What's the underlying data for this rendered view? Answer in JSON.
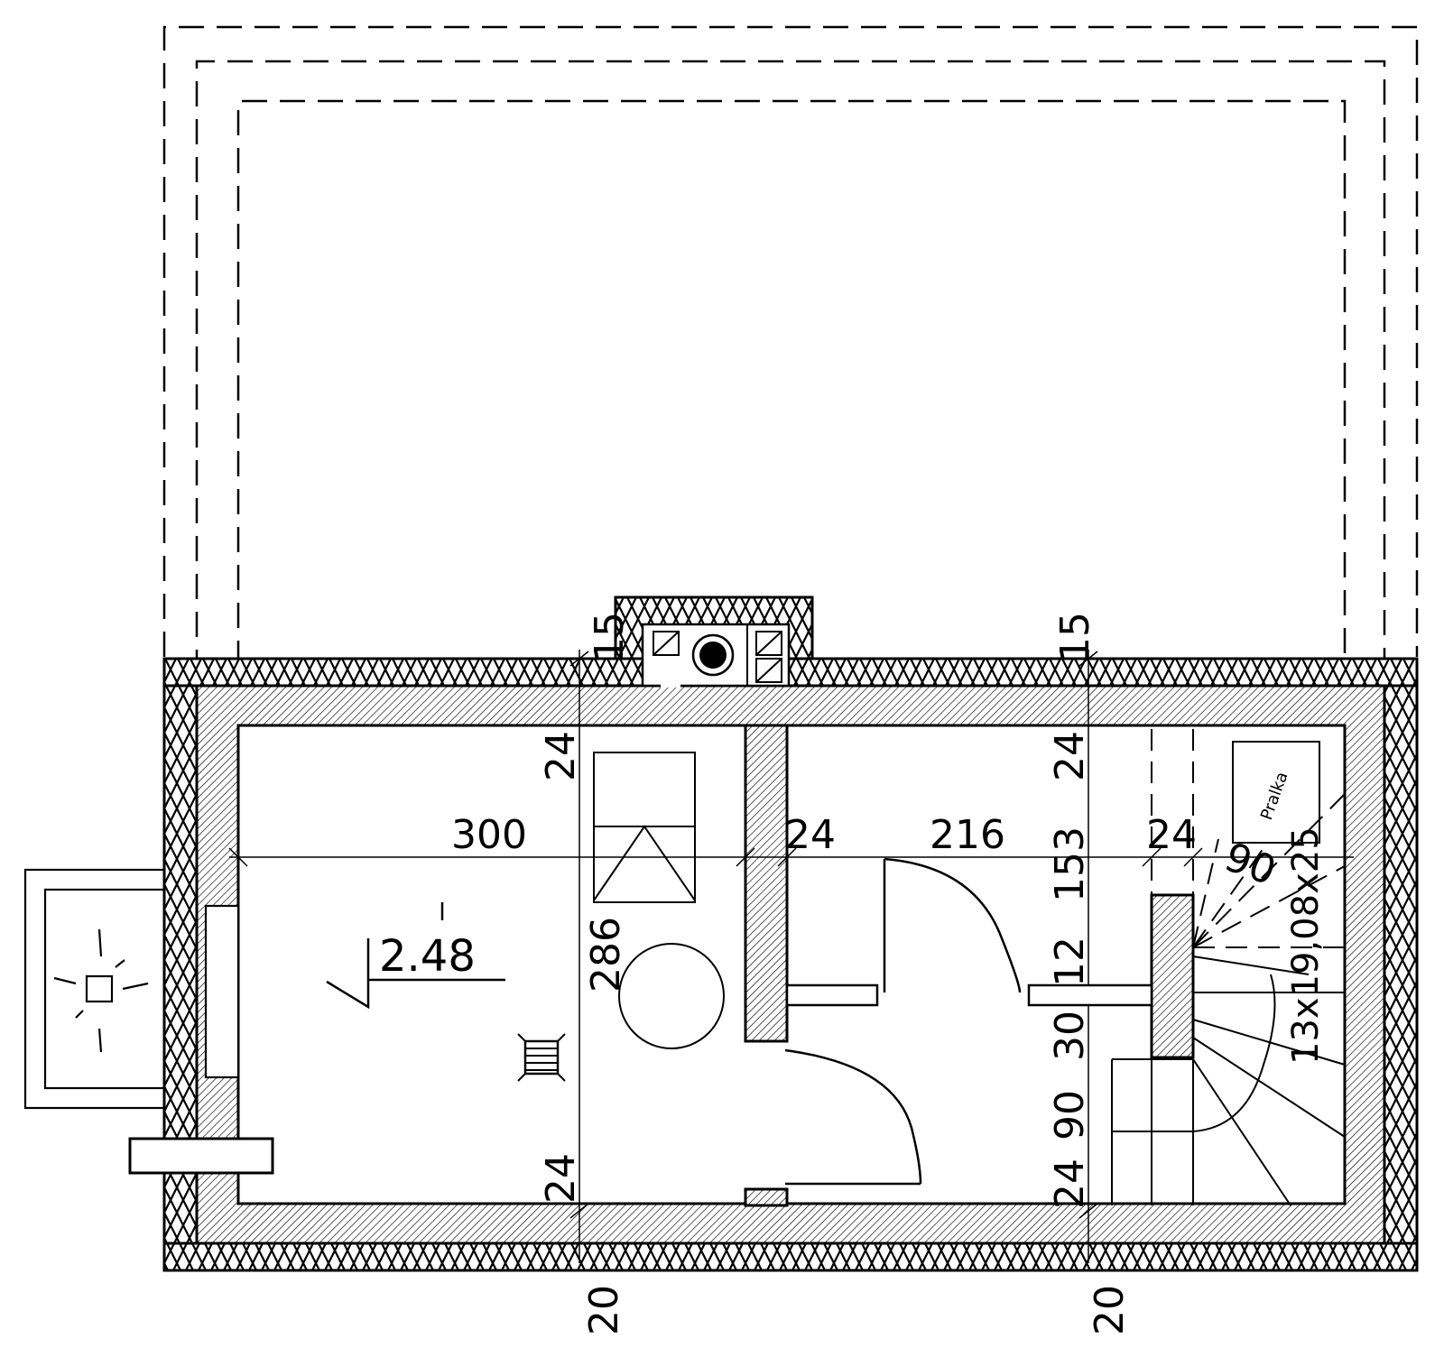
{
  "dimensions": {
    "room_left_width": "300",
    "wall_interior": "24",
    "room_right_width": "216",
    "wall_stair": "24",
    "left_top": "24",
    "left_total": "286",
    "left_bottom": "24",
    "left_ext": "20",
    "right_top": "24",
    "right_153": "153",
    "right_12": "12",
    "right_30": "30",
    "right_90": "90",
    "right_bottom": "24",
    "right_ext": "20",
    "chimney_left": "15",
    "chimney_right": "15",
    "stair_90": "90"
  },
  "level_mark": "2.48",
  "stair_spec": "13x19,08x25",
  "appliance_label": "Pralka"
}
